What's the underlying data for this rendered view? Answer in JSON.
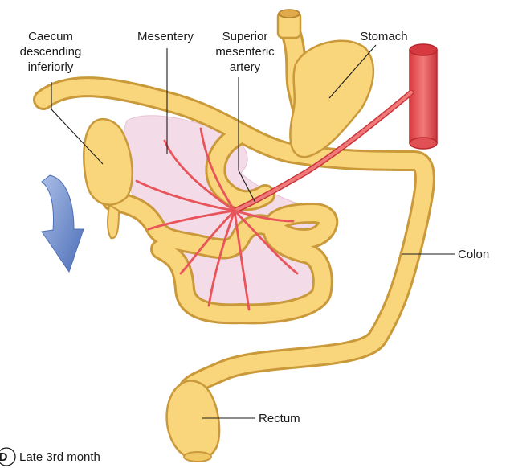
{
  "labels": {
    "caecum_line1": "Caecum",
    "caecum_line2": "descending",
    "caecum_line3": "inferiorly",
    "mesentery": "Mesentery",
    "sma_line1": "Superior",
    "sma_line2": "mesenteric",
    "sma_line3": "artery",
    "stomach": "Stomach",
    "colon": "Colon",
    "rectum": "Rectum"
  },
  "panel": {
    "letter": "D",
    "caption": "Late 3rd month"
  },
  "colors": {
    "gut_fill": "#f9d57c",
    "gut_outline": "#c9993a",
    "mesentery_fill": "#f4dbe8",
    "artery": "#e8545a",
    "arrow": "#6f8fd0"
  }
}
